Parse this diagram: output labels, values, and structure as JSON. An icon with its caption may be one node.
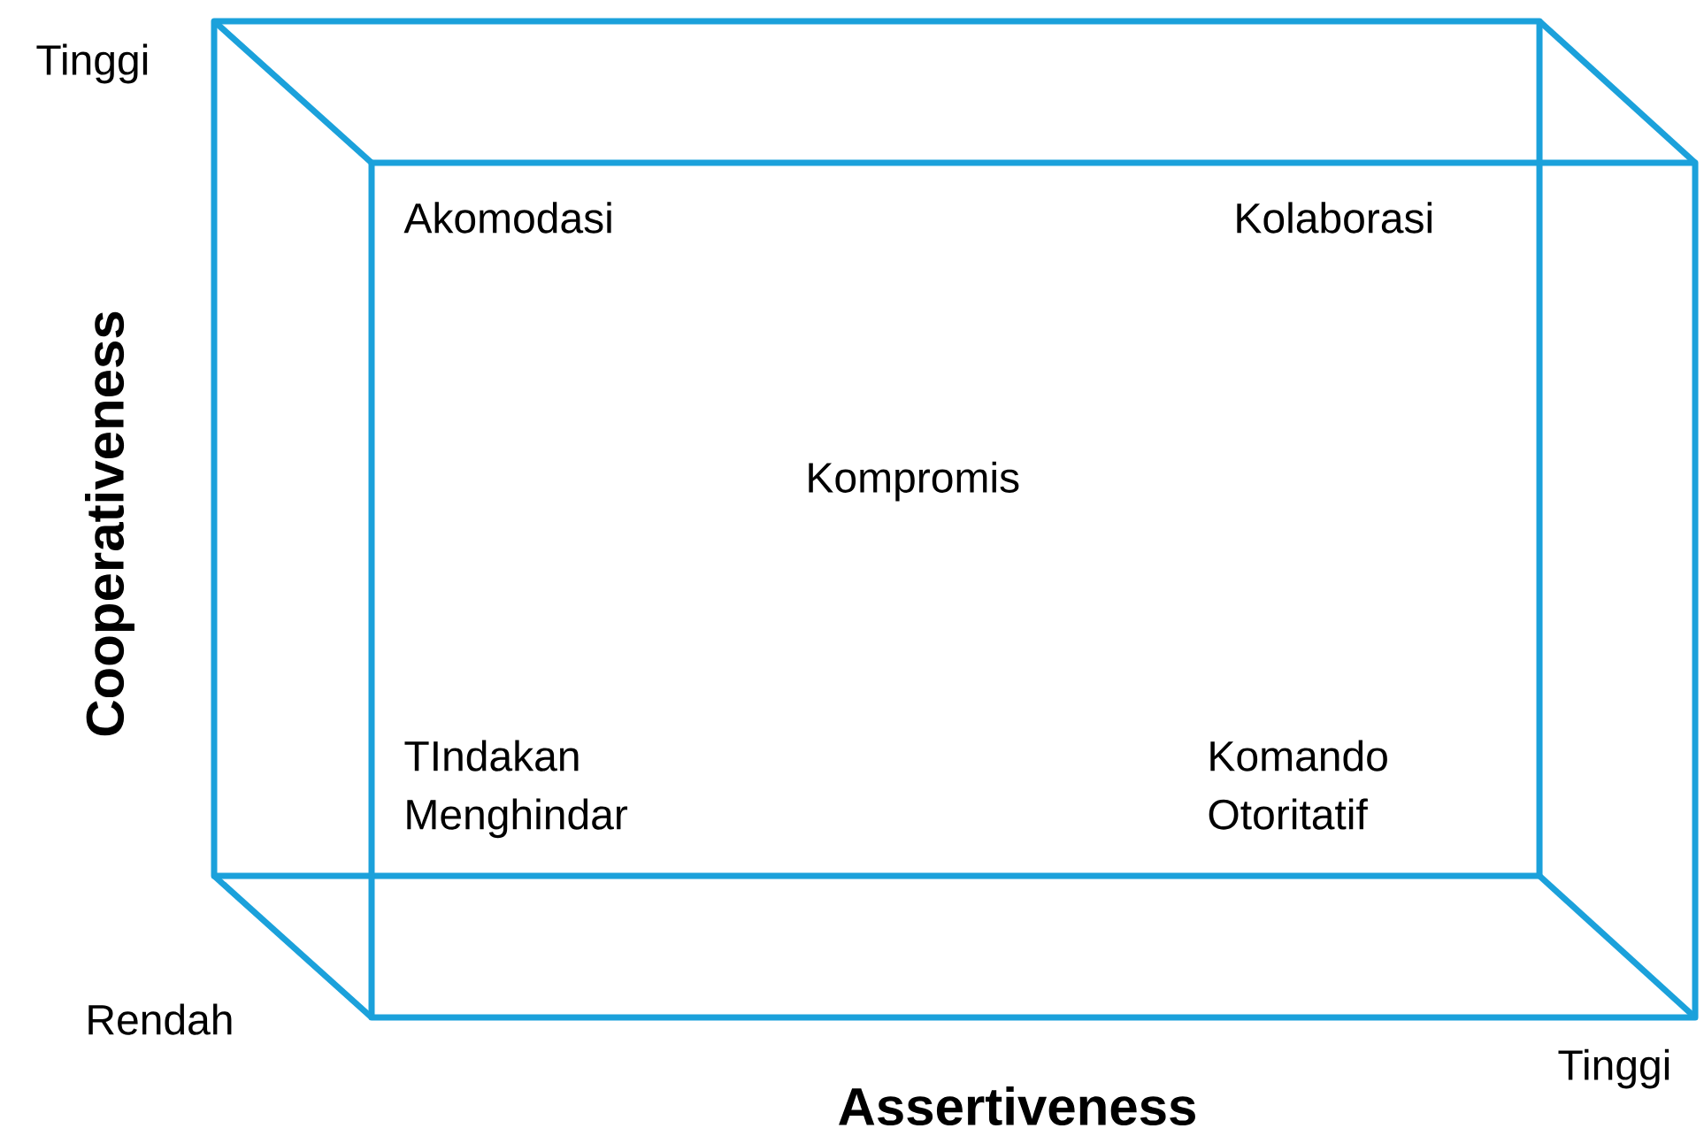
{
  "diagram": {
    "labels": [
      "Tinggi",
      "Akomodasi",
      "Kolaborasi",
      "Cooperativeness",
      "Kompromis",
      "TIndakan Menghindar",
      "Komando Otoritatif",
      "Rendah",
      "Tinggi",
      "Assertiveness"
    ]
  }
}
